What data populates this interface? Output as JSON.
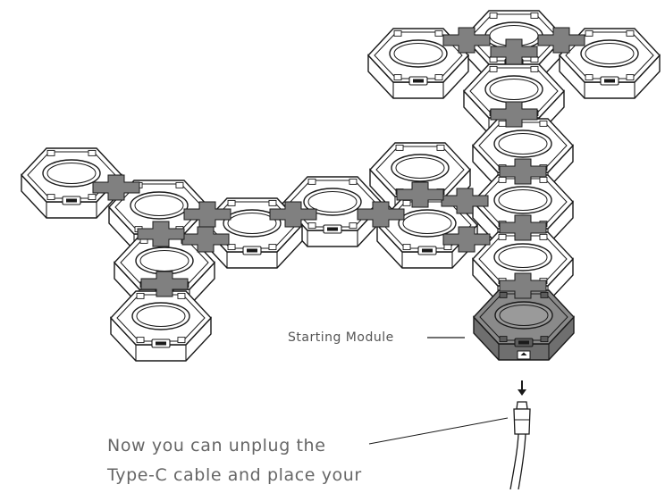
{
  "diagram": {
    "starting_module_label": "Starting Module",
    "caption_lines": [
      "Now you can unplug the",
      "Type-C cable and place your"
    ],
    "modules": [
      {
        "id": "top-left",
        "highlighted": false
      },
      {
        "id": "top-center",
        "highlighted": false
      },
      {
        "id": "top-right",
        "highlighted": false
      },
      {
        "id": "right-column-1",
        "highlighted": false
      },
      {
        "id": "right-column-2",
        "highlighted": false
      },
      {
        "id": "right-column-3",
        "highlighted": false
      },
      {
        "id": "right-column-4",
        "highlighted": false
      },
      {
        "id": "starting-module",
        "highlighted": true
      },
      {
        "id": "middle-upper",
        "highlighted": false
      },
      {
        "id": "middle-lower",
        "highlighted": false
      },
      {
        "id": "bridge",
        "highlighted": false
      },
      {
        "id": "left-arm-3",
        "highlighted": false
      },
      {
        "id": "left-arm-2",
        "highlighted": false
      },
      {
        "id": "left-arm-1",
        "highlighted": false
      },
      {
        "id": "left-leg-1",
        "highlighted": false
      },
      {
        "id": "left-leg-2",
        "highlighted": false
      }
    ],
    "colors": {
      "module_fill": "#ffffff",
      "module_stroke": "#1a1a1a",
      "connector_fill": "#808080",
      "starting_module_fill": "#8a8a8a"
    },
    "icons": [
      "down-arrow-icon",
      "usb-c-cable-icon",
      "usb-port-icon"
    ]
  }
}
